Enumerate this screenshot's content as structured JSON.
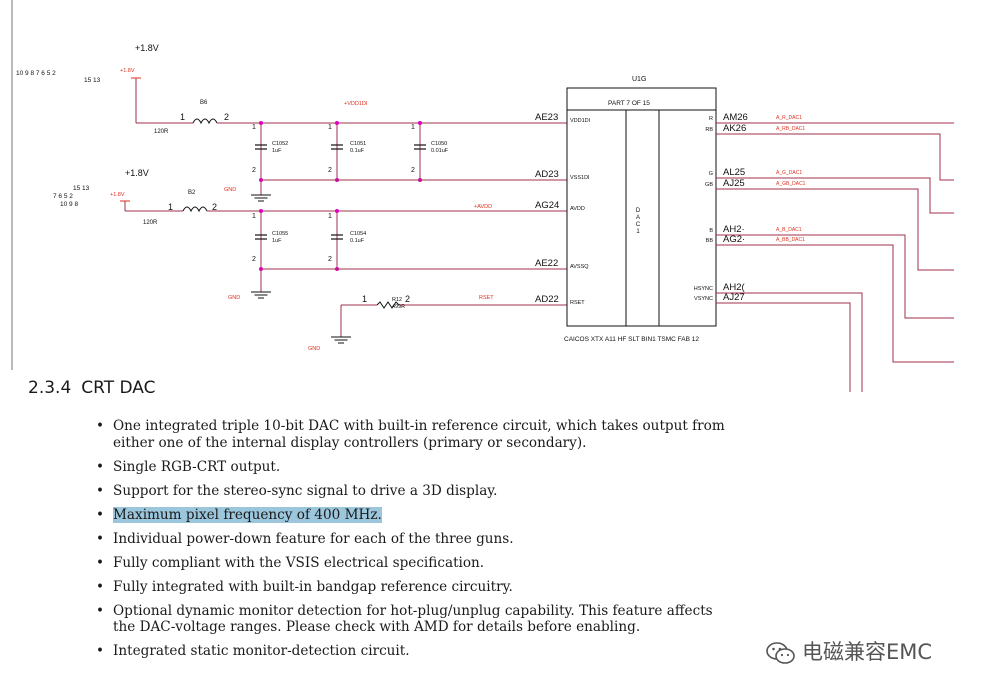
{
  "schematic": {
    "ic": {
      "name": "U1G",
      "part": "PART 7 OF 15",
      "dac_label": [
        "D",
        "A",
        "C",
        "1"
      ],
      "footer": "CAICOS XTX A11 HF SLT BIN1 TSMC FAB 12",
      "left_pins": [
        {
          "ball": "AE23",
          "name": "VDD1DI"
        },
        {
          "ball": "AD23",
          "name": "VSS1DI"
        },
        {
          "ball": "AG24",
          "name": "AVDD"
        },
        {
          "ball": "AE22",
          "name": "AVSSQ"
        },
        {
          "ball": "AD22",
          "name": "RSET"
        }
      ],
      "right_pins": [
        {
          "ball": "AM26",
          "name": "R",
          "net": "A_R_DAC1"
        },
        {
          "ball": "AK26",
          "name": "RB",
          "net": "A_RB_DAC1"
        },
        {
          "ball": "AL25",
          "name": "G",
          "net": "A_G_DAC1"
        },
        {
          "ball": "AJ25",
          "name": "GB",
          "net": "A_GB_DAC1"
        },
        {
          "ball": "AH2·",
          "name": "B",
          "net": "A_B_DAC1"
        },
        {
          "ball": "AG2·",
          "name": "BB",
          "net": "A_BB_DAC1"
        },
        {
          "ball": "AH2(",
          "name": "HSYNC",
          "net": ""
        },
        {
          "ball": "AJ27",
          "name": "VSYNC",
          "net": ""
        }
      ]
    },
    "supply1": {
      "label": "+1.8V",
      "red": "+1.8V",
      "pins1": "10  9  8  7  6  5  2",
      "pins2": "15  13"
    },
    "supply2": {
      "label": "+1.8V",
      "red": "+1.8V",
      "pins1": "15  13",
      "pins2": "7  6  5  2",
      "pins3": "10  9  8"
    },
    "beads": [
      {
        "ref": "B6",
        "value": "120R",
        "p1": "1",
        "p2": "2"
      },
      {
        "ref": "B2",
        "value": "120R",
        "p1": "1",
        "p2": "2"
      }
    ],
    "nets": {
      "vdd1di": "+VDD1DI",
      "avdd": "+AVDD",
      "rset": "RSET"
    },
    "caps": [
      {
        "ref": "C1052",
        "value": "1uF"
      },
      {
        "ref": "C1051",
        "value": "0.1uF"
      },
      {
        "ref": "C1050",
        "value": "0.01uF"
      },
      {
        "ref": "C1055",
        "value": "1uF"
      },
      {
        "ref": "C1054",
        "value": "0.1uF"
      }
    ],
    "resistor": {
      "ref": "R12",
      "value": "499R",
      "p1": "1",
      "p2": "2"
    },
    "gnd": "GND",
    "pin1": "1",
    "pin2": "2",
    "colors": {
      "wire": "#a0304a",
      "red": "#e03020",
      "dot": "#e000c0",
      "black": "#111111"
    }
  },
  "section": {
    "number": "2.3.4",
    "title": "CRT DAC"
  },
  "features": [
    "One integrated triple 10-bit DAC with built-in reference circuit, which takes output from either one of the internal display controllers (primary or secondary).",
    "Single RGB-CRT output.",
    "Support for the stereo-sync signal to drive a 3D display.",
    "Maximum pixel frequency of 400 MHz.",
    "Individual power-down feature for each of the three guns.",
    "Fully compliant with the VSIS electrical specification.",
    "Fully integrated with built-in bandgap reference circuitry.",
    "Optional dynamic monitor detection for hot-plug/unplug capability. This feature affects the DAC-voltage ranges. Please check with AMD for details before enabling.",
    "Integrated static monitor-detection circuit."
  ],
  "watermark": {
    "text": "电磁兼容EMC",
    "icon": "wechat-icon"
  }
}
